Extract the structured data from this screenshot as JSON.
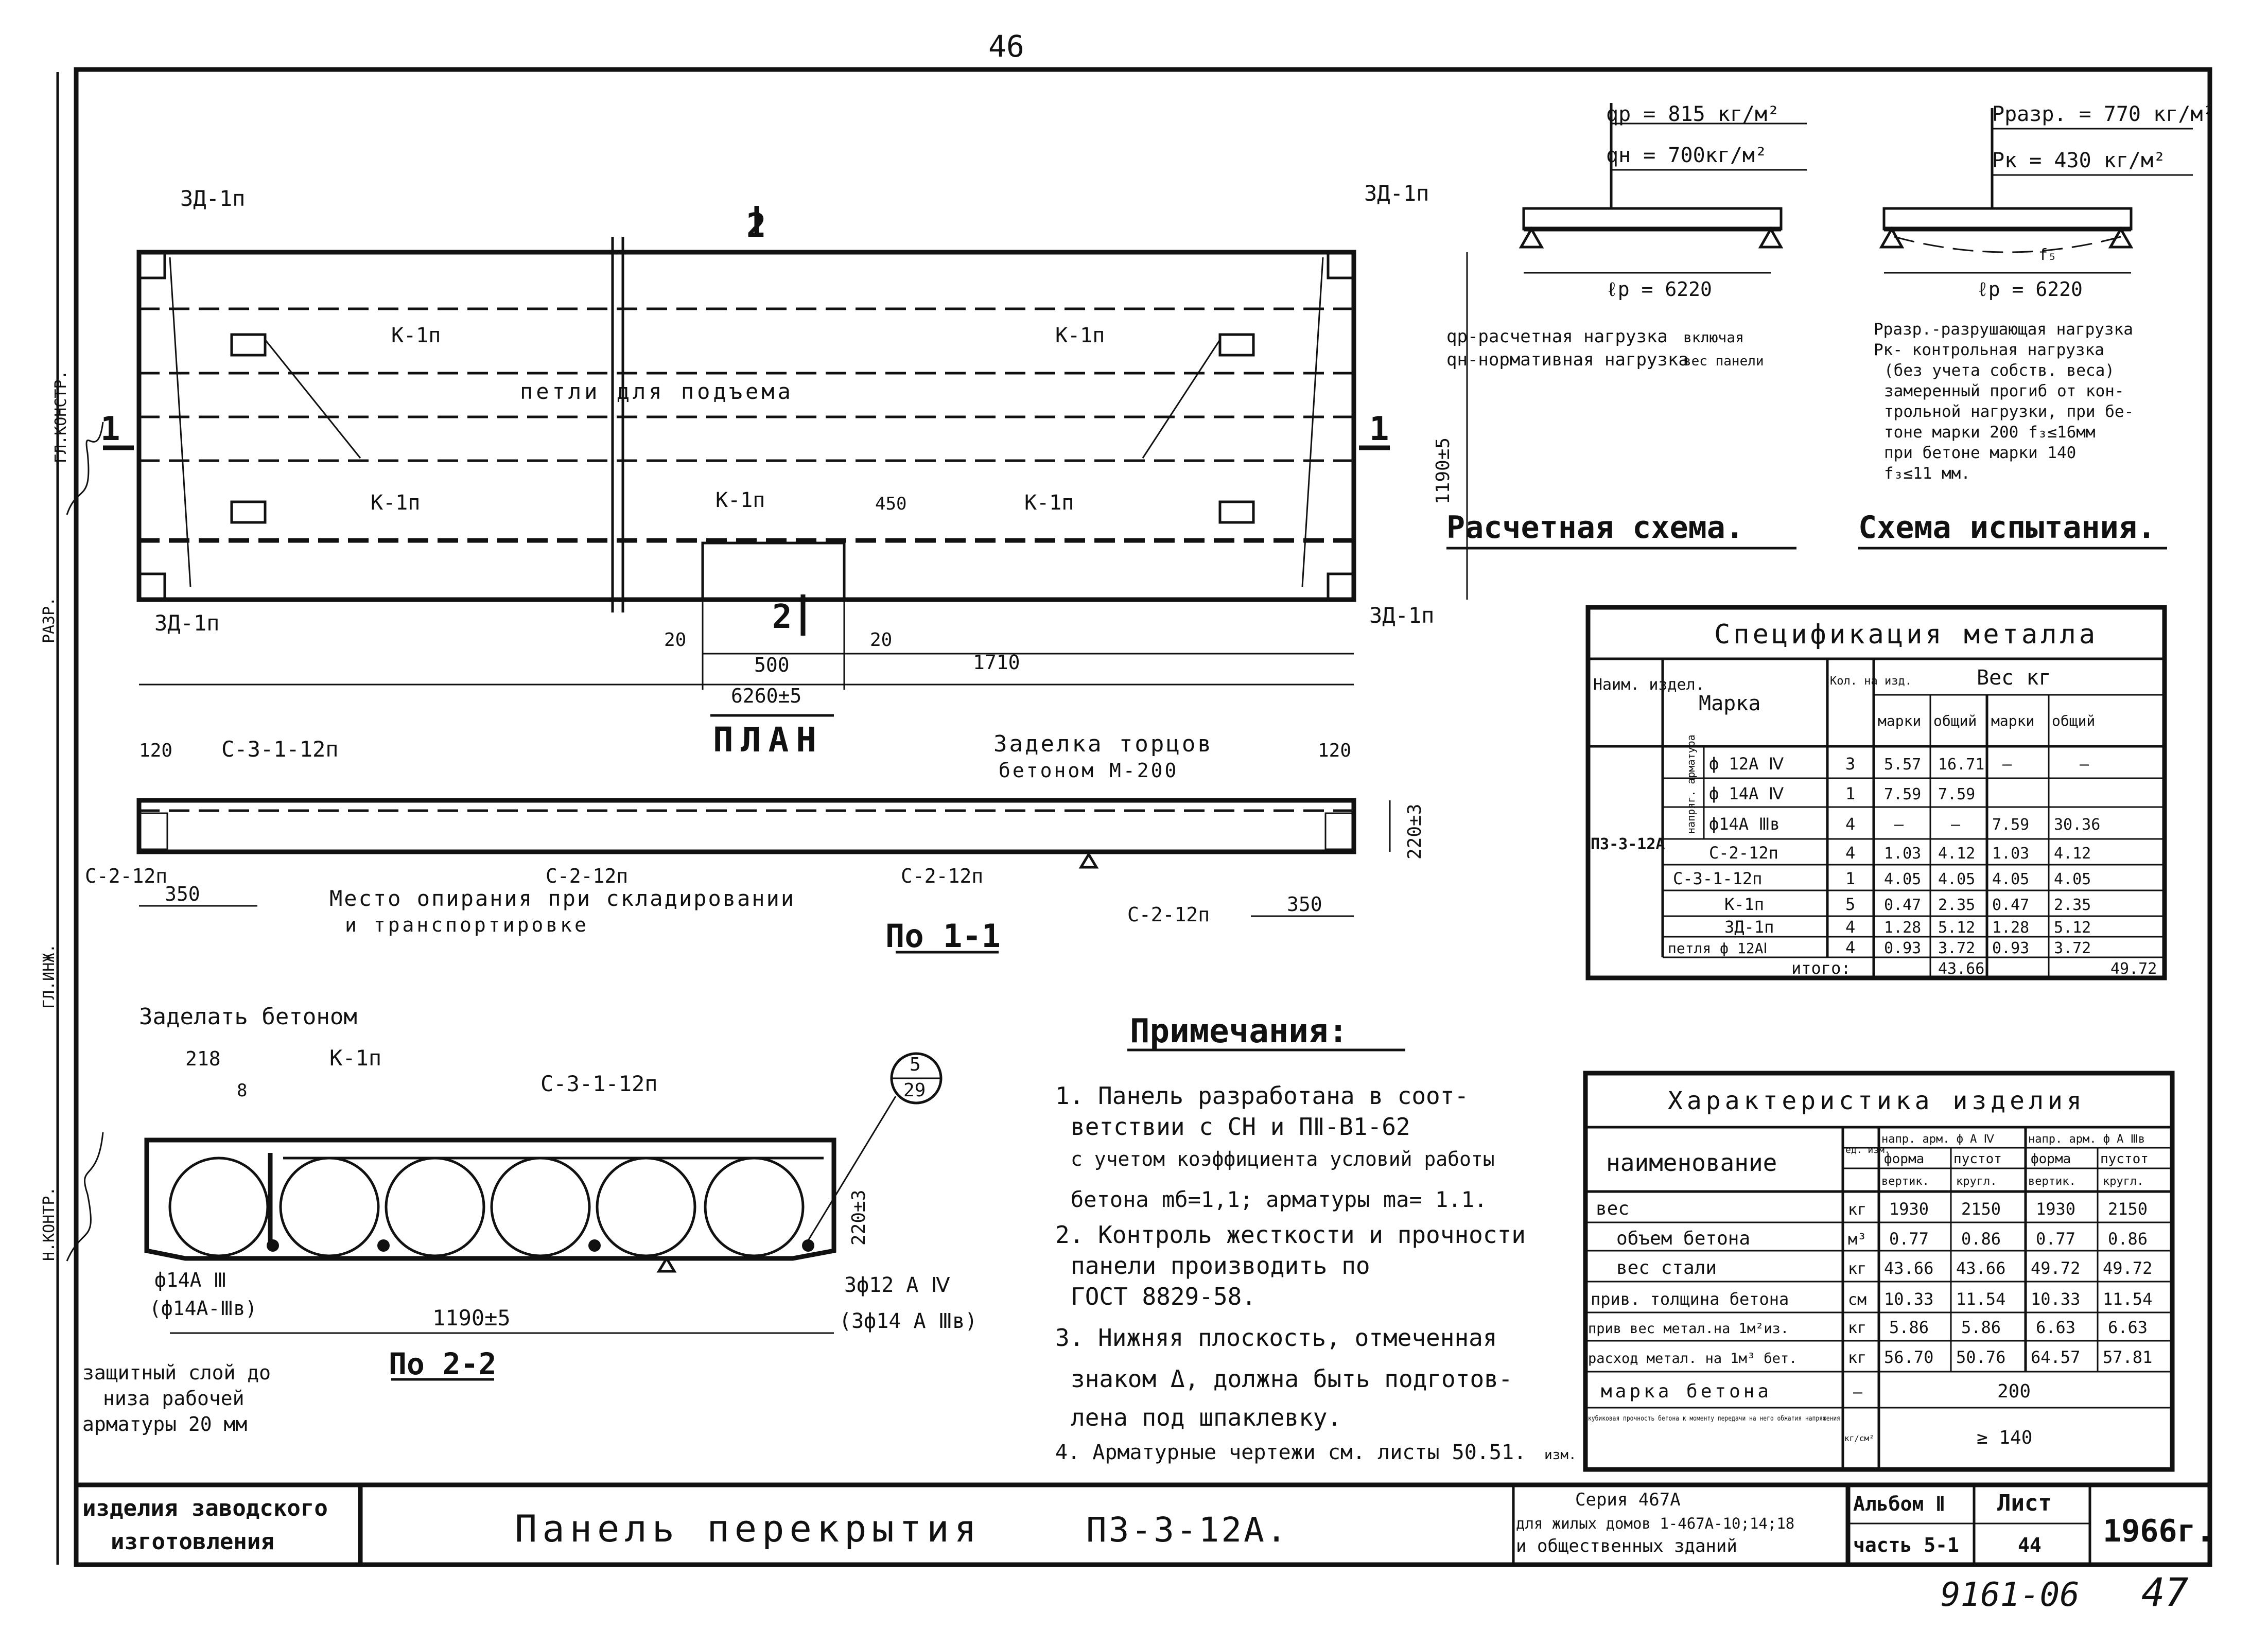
{
  "page_number_top": "46",
  "page_number_bottom": "9161-06",
  "page_number_bottom2": "47",
  "side_stamp_1": "Н.КОНТР.",
  "side_stamp_2": "РАЗР.",
  "side_stamp_3": "ГЛ.ИНЖ.",
  "side_stamp_4": "ГЛ.КОНСТР.",
  "plan": {
    "title": "ПЛАН",
    "section_mark_1": "1",
    "section_mark_2": "2",
    "label_3d_tl": "3Д-1п",
    "label_3d_tr": "3Д-1п",
    "label_3d_bl": "3Д-1п",
    "label_3d_br": "3Д-1п",
    "label_k_1": "К-1п",
    "label_k_2": "К-1п",
    "label_k_3": "К-1п",
    "label_k_4": "К-1п",
    "label_k_5": "К-1п",
    "lifting_loops": "петли для подъема",
    "dim_width": "1190±5",
    "dim_450": "450",
    "dim_20a": "20",
    "dim_20b": "20",
    "dim_500": "500",
    "dim_1710": "1710",
    "dim_length": "6260±5"
  },
  "section_1_1": {
    "title": "По 1-1",
    "label_c3": "С-3-1-12п",
    "label_c2a": "С-2-12п",
    "label_c2b": "С-2-12п",
    "label_c2c": "С-2-12п",
    "label_c2d": "С-2-12п",
    "dim_120a": "120",
    "dim_120b": "120",
    "dim_350a": "350",
    "dim_350b": "350",
    "dim_220": "220±3",
    "end_seal_1": "Заделка торцов",
    "end_seal_2": "бетоном М-200",
    "support_1": "Место опирания при складировании",
    "support_2": "и транспортировке"
  },
  "section_2_2": {
    "title": "По 2-2",
    "fill_concrete": "Заделать бетоном",
    "dim_218": "218",
    "dim_8": "8",
    "label_k": "К-1п",
    "label_c3": "С-3-1-12п",
    "circle_top": "5",
    "circle_bottom": "29",
    "dim_220": "220±3",
    "rebar_left_1": "ф14А Ⅲ",
    "rebar_left_2": "(ф14А-Ⅲв)",
    "rebar_right_1": "3ф12 А Ⅳ",
    "rebar_right_2": "(3ф14 А Ⅲв)",
    "dim_width": "1190±5",
    "cover_1": "защитный слой до",
    "cover_2": "низа рабочей",
    "cover_3": "арматуры 20 мм"
  },
  "calc_scheme": {
    "title": "Расчетная схема.",
    "qp": "qр = 815 кг/м²",
    "qn": "qн = 700кг/м²",
    "lp": "ℓр = 6220",
    "legend_1": "qр-расчетная нагрузка",
    "legend_2": "qн-нормативная нагрузка",
    "legend_3": "включая",
    "legend_4": "вес панели"
  },
  "test_scheme": {
    "title": "Схема испытания.",
    "p_break": "Рразр. = 770 кг/м²",
    "p_n": "Рк = 430 кг/м²",
    "f": "f₅",
    "lp": "ℓр = 6220",
    "note_1": "Рразр.-разрушающая нагрузка",
    "note_2": "Рк- контрольная нагрузка",
    "note_3": "(без учета собств. веса)",
    "note_4": "замеренный прогиб от кон-",
    "note_5": "трольной нагрузки, при бе-",
    "note_6": "тоне марки 200 f₃≤16мм",
    "note_7": "при бетоне марки 140",
    "note_8": "f₃≤11 мм."
  },
  "spec_table": {
    "title": "Спецификация металла",
    "h_name": "Наим. издел.",
    "h_mark": "Марка",
    "h_qty": "Кол. на изд.",
    "h_weight": "Вес кг",
    "h_w1": "марки",
    "h_w2": "общий",
    "h_w3": "марки",
    "h_w4": "общий",
    "product": "ПЗ-3-12А",
    "group": "напряг. арматура",
    "total_label": "итого:",
    "rows": [
      {
        "mark": "ф 12А Ⅳ",
        "qty": "3",
        "w1": "5.57",
        "w2": "16.71",
        "w3": "—",
        "w4": "—"
      },
      {
        "mark": "ф 14А Ⅳ",
        "qty": "1",
        "w1": "7.59",
        "w2": "7.59",
        "w3": "",
        "w4": ""
      },
      {
        "mark": "ф14А Ⅲв",
        "qty": "4",
        "w1": "—",
        "w2": "—",
        "w3": "7.59",
        "w4": "30.36"
      },
      {
        "mark": "С-2-12п",
        "qty": "4",
        "w1": "1.03",
        "w2": "4.12",
        "w3": "1.03",
        "w4": "4.12"
      },
      {
        "mark": "С-3-1-12п",
        "qty": "1",
        "w1": "4.05",
        "w2": "4.05",
        "w3": "4.05",
        "w4": "4.05"
      },
      {
        "mark": "К-1п",
        "qty": "5",
        "w1": "0.47",
        "w2": "2.35",
        "w3": "0.47",
        "w4": "2.35"
      },
      {
        "mark": "3Д-1п",
        "qty": "4",
        "w1": "1.28",
        "w2": "5.12",
        "w3": "1.28",
        "w4": "5.12"
      },
      {
        "mark": "петля ф 12АⅠ",
        "qty": "4",
        "w1": "0.93",
        "w2": "3.72",
        "w3": "0.93",
        "w4": "3.72"
      }
    ],
    "total_w2": "43.66",
    "total_w4": "49.72"
  },
  "char_table": {
    "title": "Характеристика изделия",
    "h_name": "наименование",
    "h_unit": "ед. изм.",
    "h_g1": "напр. арм. ф А Ⅳ",
    "h_g2": "напр. арм. ф А Ⅲв",
    "h_sub1": "форма",
    "h_sub2": "пустот",
    "h_sub3": "форма",
    "h_sub4": "пустот",
    "h_c1": "вертик.",
    "h_c2": "кругл.",
    "h_c3": "вертик.",
    "h_c4": "кругл.",
    "rows": [
      {
        "name": "вес",
        "unit": "кг",
        "c1": "1930",
        "c2": "2150",
        "c3": "1930",
        "c4": "2150"
      },
      {
        "name": "объем бетона",
        "unit": "м³",
        "c1": "0.77",
        "c2": "0.86",
        "c3": "0.77",
        "c4": "0.86"
      },
      {
        "name": "вес стали",
        "unit": "кг",
        "c1": "43.66",
        "c2": "43.66",
        "c3": "49.72",
        "c4": "49.72"
      },
      {
        "name": "прив. толщина бетона",
        "unit": "см",
        "c1": "10.33",
        "c2": "11.54",
        "c3": "10.33",
        "c4": "11.54"
      },
      {
        "name": "прив вес метал.на 1м²из.",
        "unit": "кг",
        "c1": "5.86",
        "c2": "5.86",
        "c3": "6.63",
        "c4": "6.63"
      },
      {
        "name": "расход метал. на 1м³ бет.",
        "unit": "кг",
        "c1": "56.70",
        "c2": "50.76",
        "c3": "64.57",
        "c4": "57.81"
      }
    ],
    "concrete_name": "марка бетона",
    "concrete_unit": "—",
    "concrete_val": "200",
    "strength_name": "кубиковая прочность бетона к моменту передачи на него обжатия напряжения",
    "strength_unit": "кг/см²",
    "strength_val": "≥ 140"
  },
  "notes": {
    "title": "Примечания:",
    "items": [
      "1. Панель разработана в соот-",
      "ветствии с СН и ПⅡ-В1-62",
      "с учетом коэффициента условий работы",
      "бетона mб=1,1; арматуры mа= 1.1.",
      "2. Контроль жесткости и прочности",
      "панели производить по",
      "ГОСТ 8829-58.",
      "3. Нижняя плоскость, отмеченная",
      "знаком Δ, должна быть подготов-",
      "лена под шпаклевку.",
      "4. Арматурные чертежи см. листы 50.51.",
      "изм."
    ]
  },
  "title_block": {
    "left_1": "изделия заводского",
    "left_2": "изготовления",
    "title": "Панель перекрытия",
    "code": "ПЗ-3-12А.",
    "series_1": "Серия 467А",
    "series_2": "для жилых домов 1-467А-10;14;18",
    "series_3": "и общественных зданий",
    "album": "Альбом Ⅱ",
    "part": "часть 5-1",
    "sheet_label": "Лист",
    "sheet_num": "44",
    "year": "1966г."
  }
}
